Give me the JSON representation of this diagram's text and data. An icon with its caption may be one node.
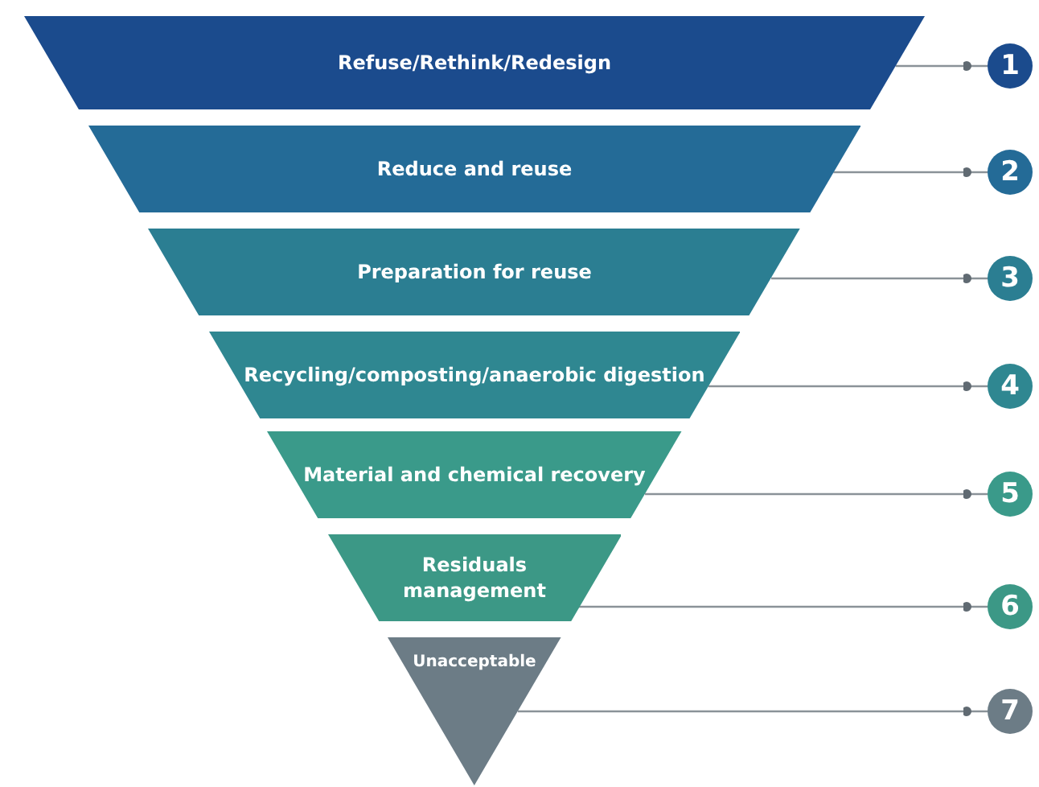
{
  "diagram": {
    "nodes": [
      {
        "text": [
          "Refuse/Rethink/Redesign"
        ]
      },
      {
        "text": [
          "Reduce and reuse"
        ]
      },
      {
        "text": [
          "Preparation for reuse"
        ]
      },
      {
        "text": [
          "Recycling/composting/anaerobic digestion"
        ]
      },
      {
        "text": [
          "Material and chemical recovery"
        ]
      },
      {
        "text": [
          "Residuals management"
        ]
      },
      {
        "text": [
          "Unacceptable"
        ]
      },
      {
        "text": [
          "1"
        ]
      },
      {
        "text": [
          "2"
        ]
      },
      {
        "text": [
          "3"
        ]
      },
      {
        "text": [
          "4"
        ]
      },
      {
        "text": [
          "5"
        ]
      },
      {
        "text": [
          "6"
        ]
      },
      {
        "text": [
          "7"
        ]
      }
    ],
    "edges": [
      {
        "from": 0,
        "to": 7,
        "arrow": "other"
      },
      {
        "from": 1,
        "to": 8,
        "arrow": "other"
      },
      {
        "from": 2,
        "to": 9,
        "arrow": "other"
      },
      {
        "from": 3,
        "to": 10,
        "arrow": "other"
      },
      {
        "from": 4,
        "to": 11,
        "arrow": "other"
      },
      {
        "from": 5,
        "to": 12,
        "arrow": "other"
      },
      {
        "from": 6,
        "to": 13,
        "arrow": "other"
      }
    ]
  }
}
